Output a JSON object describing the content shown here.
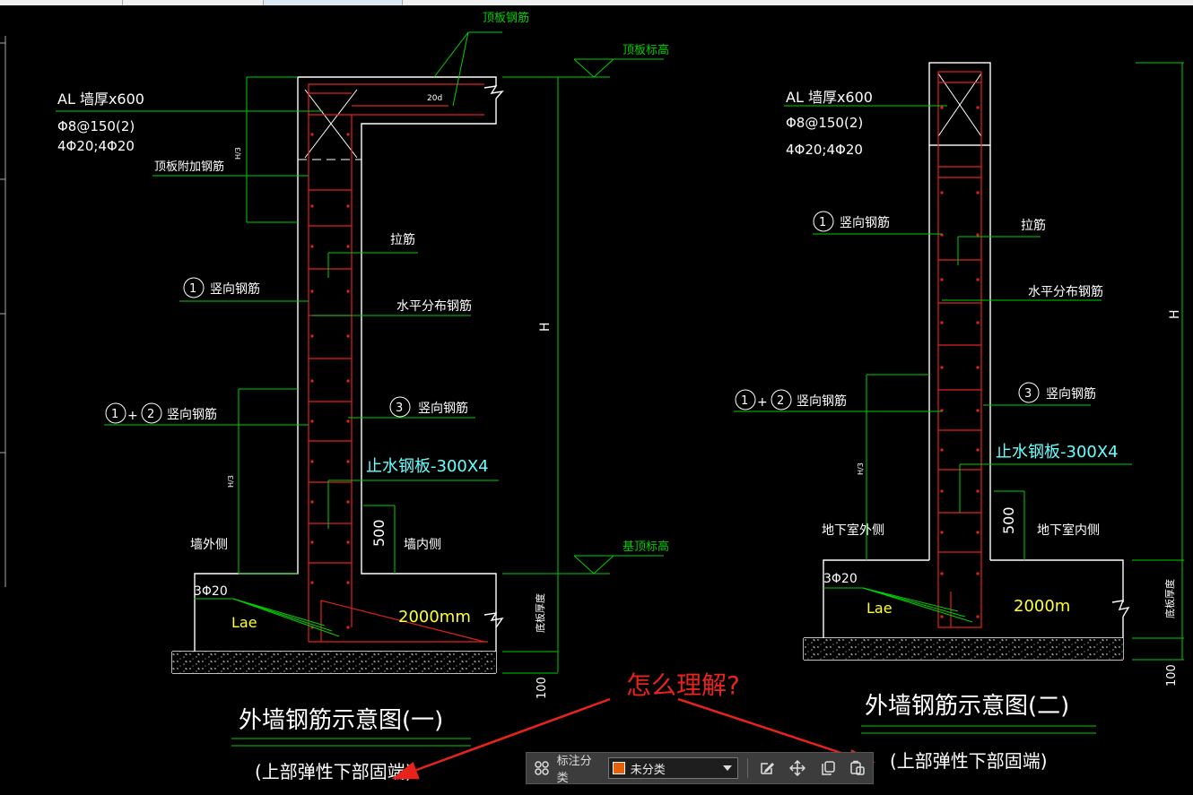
{
  "drawing": {
    "left": {
      "title": "外墙钢筋示意图(一)",
      "subtitle": "(上部弹性下部固端)",
      "top_rebar": "顶板钢筋",
      "top_elevation": "顶板标高",
      "al_label": "AL  墙厚x600",
      "stirrup": "Φ8@150(2)",
      "bars": "4Φ20;4Φ20",
      "top_extra": "顶板附加钢筋",
      "tie": "拉筋",
      "vertical1": "竖向钢筋",
      "horizontal": "水平分布钢筋",
      "vertical12": "竖向钢筋",
      "vertical3": "竖向钢筋",
      "waterstop": "止水钢板-300X4",
      "outer": "墙外侧",
      "inner": "墙内侧",
      "base_elevation": "基顶标高",
      "bottom_bars": "3Φ20",
      "lae": "Lae",
      "length": "2000mm",
      "dim_500": "500",
      "dim_h": "H",
      "dim_h3a": "H/3",
      "dim_h3b": "H/3",
      "dim_20d": "20d",
      "slab": "底板厚度",
      "dim_100": "100"
    },
    "right": {
      "title": "外墙钢筋示意图(二)",
      "subtitle": "(上部弹性下部固端)",
      "al_label": "AL  墙厚x600",
      "stirrup": "Φ8@150(2)",
      "bars": "4Φ20;4Φ20",
      "vertical1": "竖向钢筋",
      "tie": "拉筋",
      "horizontal": "水平分布钢筋",
      "vertical12": "竖向钢筋",
      "vertical3": "竖向钢筋",
      "waterstop": "止水钢板-300X4",
      "outer": "地下室外侧",
      "inner": "地下室内侧",
      "bottom_bars": "3Φ20",
      "lae": "Lae",
      "length": "2000m",
      "dim_500": "500",
      "dim_h": "H",
      "dim_h3": "H/3",
      "slab": "底板厚度",
      "dim_100": "100"
    },
    "circle_1": "1",
    "circle_2": "2",
    "circle_3": "3",
    "plus": "+"
  },
  "annotation": {
    "question": "怎么理解?",
    "color": "#e8231c"
  },
  "toolbar": {
    "category_label": "标注分类",
    "category_value": "未分类",
    "swatch_color": "#e8600a",
    "icons": [
      "grid-icon",
      "edit-icon",
      "move-icon",
      "copy-icon",
      "paste-icon"
    ]
  },
  "colors": {
    "wall": "#ffffff",
    "rebar": "#e0231c",
    "dimension": "#00d000",
    "text": "#ffffff",
    "yellow": "#ffff33",
    "cyan": "#66ffff"
  }
}
